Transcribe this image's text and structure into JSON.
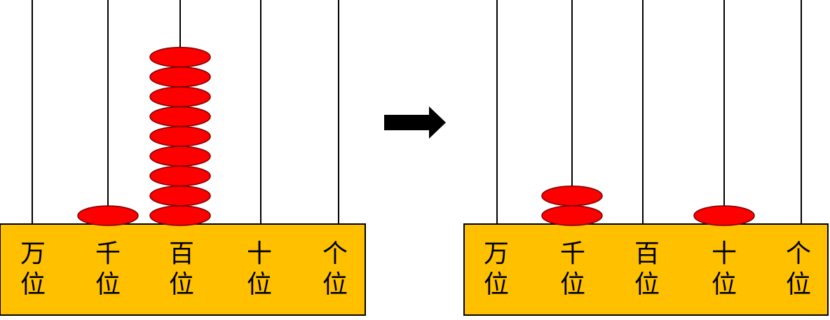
{
  "colors": {
    "bead": "#ff0000",
    "base": "#ffc000",
    "rod": "#000000",
    "arrow": "#000000"
  },
  "abacus_left": {
    "places": [
      {
        "label": "万\n位",
        "beads": 0
      },
      {
        "label": "千\n位",
        "beads": 1
      },
      {
        "label": "百\n位",
        "beads": 9
      },
      {
        "label": "十\n位",
        "beads": 0
      },
      {
        "label": "个\n位",
        "beads": 0
      }
    ]
  },
  "arrow": {
    "icon": "right-arrow-icon"
  },
  "abacus_right": {
    "places": [
      {
        "label": "万\n位",
        "beads": 0
      },
      {
        "label": "千\n位",
        "beads": 2
      },
      {
        "label": "百\n位",
        "beads": 0
      },
      {
        "label": "十\n位",
        "beads": 1
      },
      {
        "label": "个\n位",
        "beads": 0
      }
    ]
  }
}
